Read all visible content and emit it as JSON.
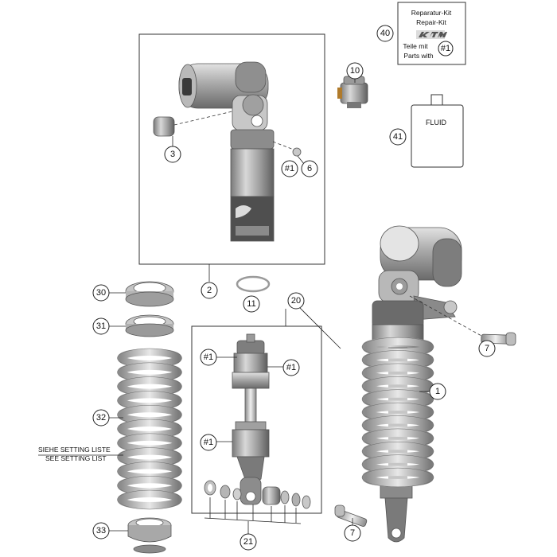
{
  "callouts": {
    "c40": "40",
    "c10": "10",
    "c41": "41",
    "c3": "3",
    "c6": "6",
    "c2": "2",
    "c11": "11",
    "c20": "20",
    "c30": "30",
    "c31": "31",
    "c32": "32",
    "c33": "33",
    "c7a": "7",
    "c7b": "7",
    "c1": "1",
    "c21": "21",
    "h1_box": "#1",
    "h1_a": "#1",
    "h1_b": "#1",
    "h1_c": "#1",
    "h1_kit": "#1"
  },
  "kit": {
    "line1": "Reparatur-Kit",
    "line2": "Repair-Kit",
    "line3": "Teile mit",
    "line4": "Parts with"
  },
  "fluid": {
    "label": "FLUID"
  },
  "setting_note": {
    "line1": "SIEHE SETTING LISTE",
    "line2": "SEE SETTING LIST"
  },
  "colors": {
    "part_dark": "#6b6b6b",
    "part_mid": "#9a9a9a",
    "part_light": "#d4d4d4",
    "spring": "#c9c9c9",
    "line": "#222222"
  }
}
